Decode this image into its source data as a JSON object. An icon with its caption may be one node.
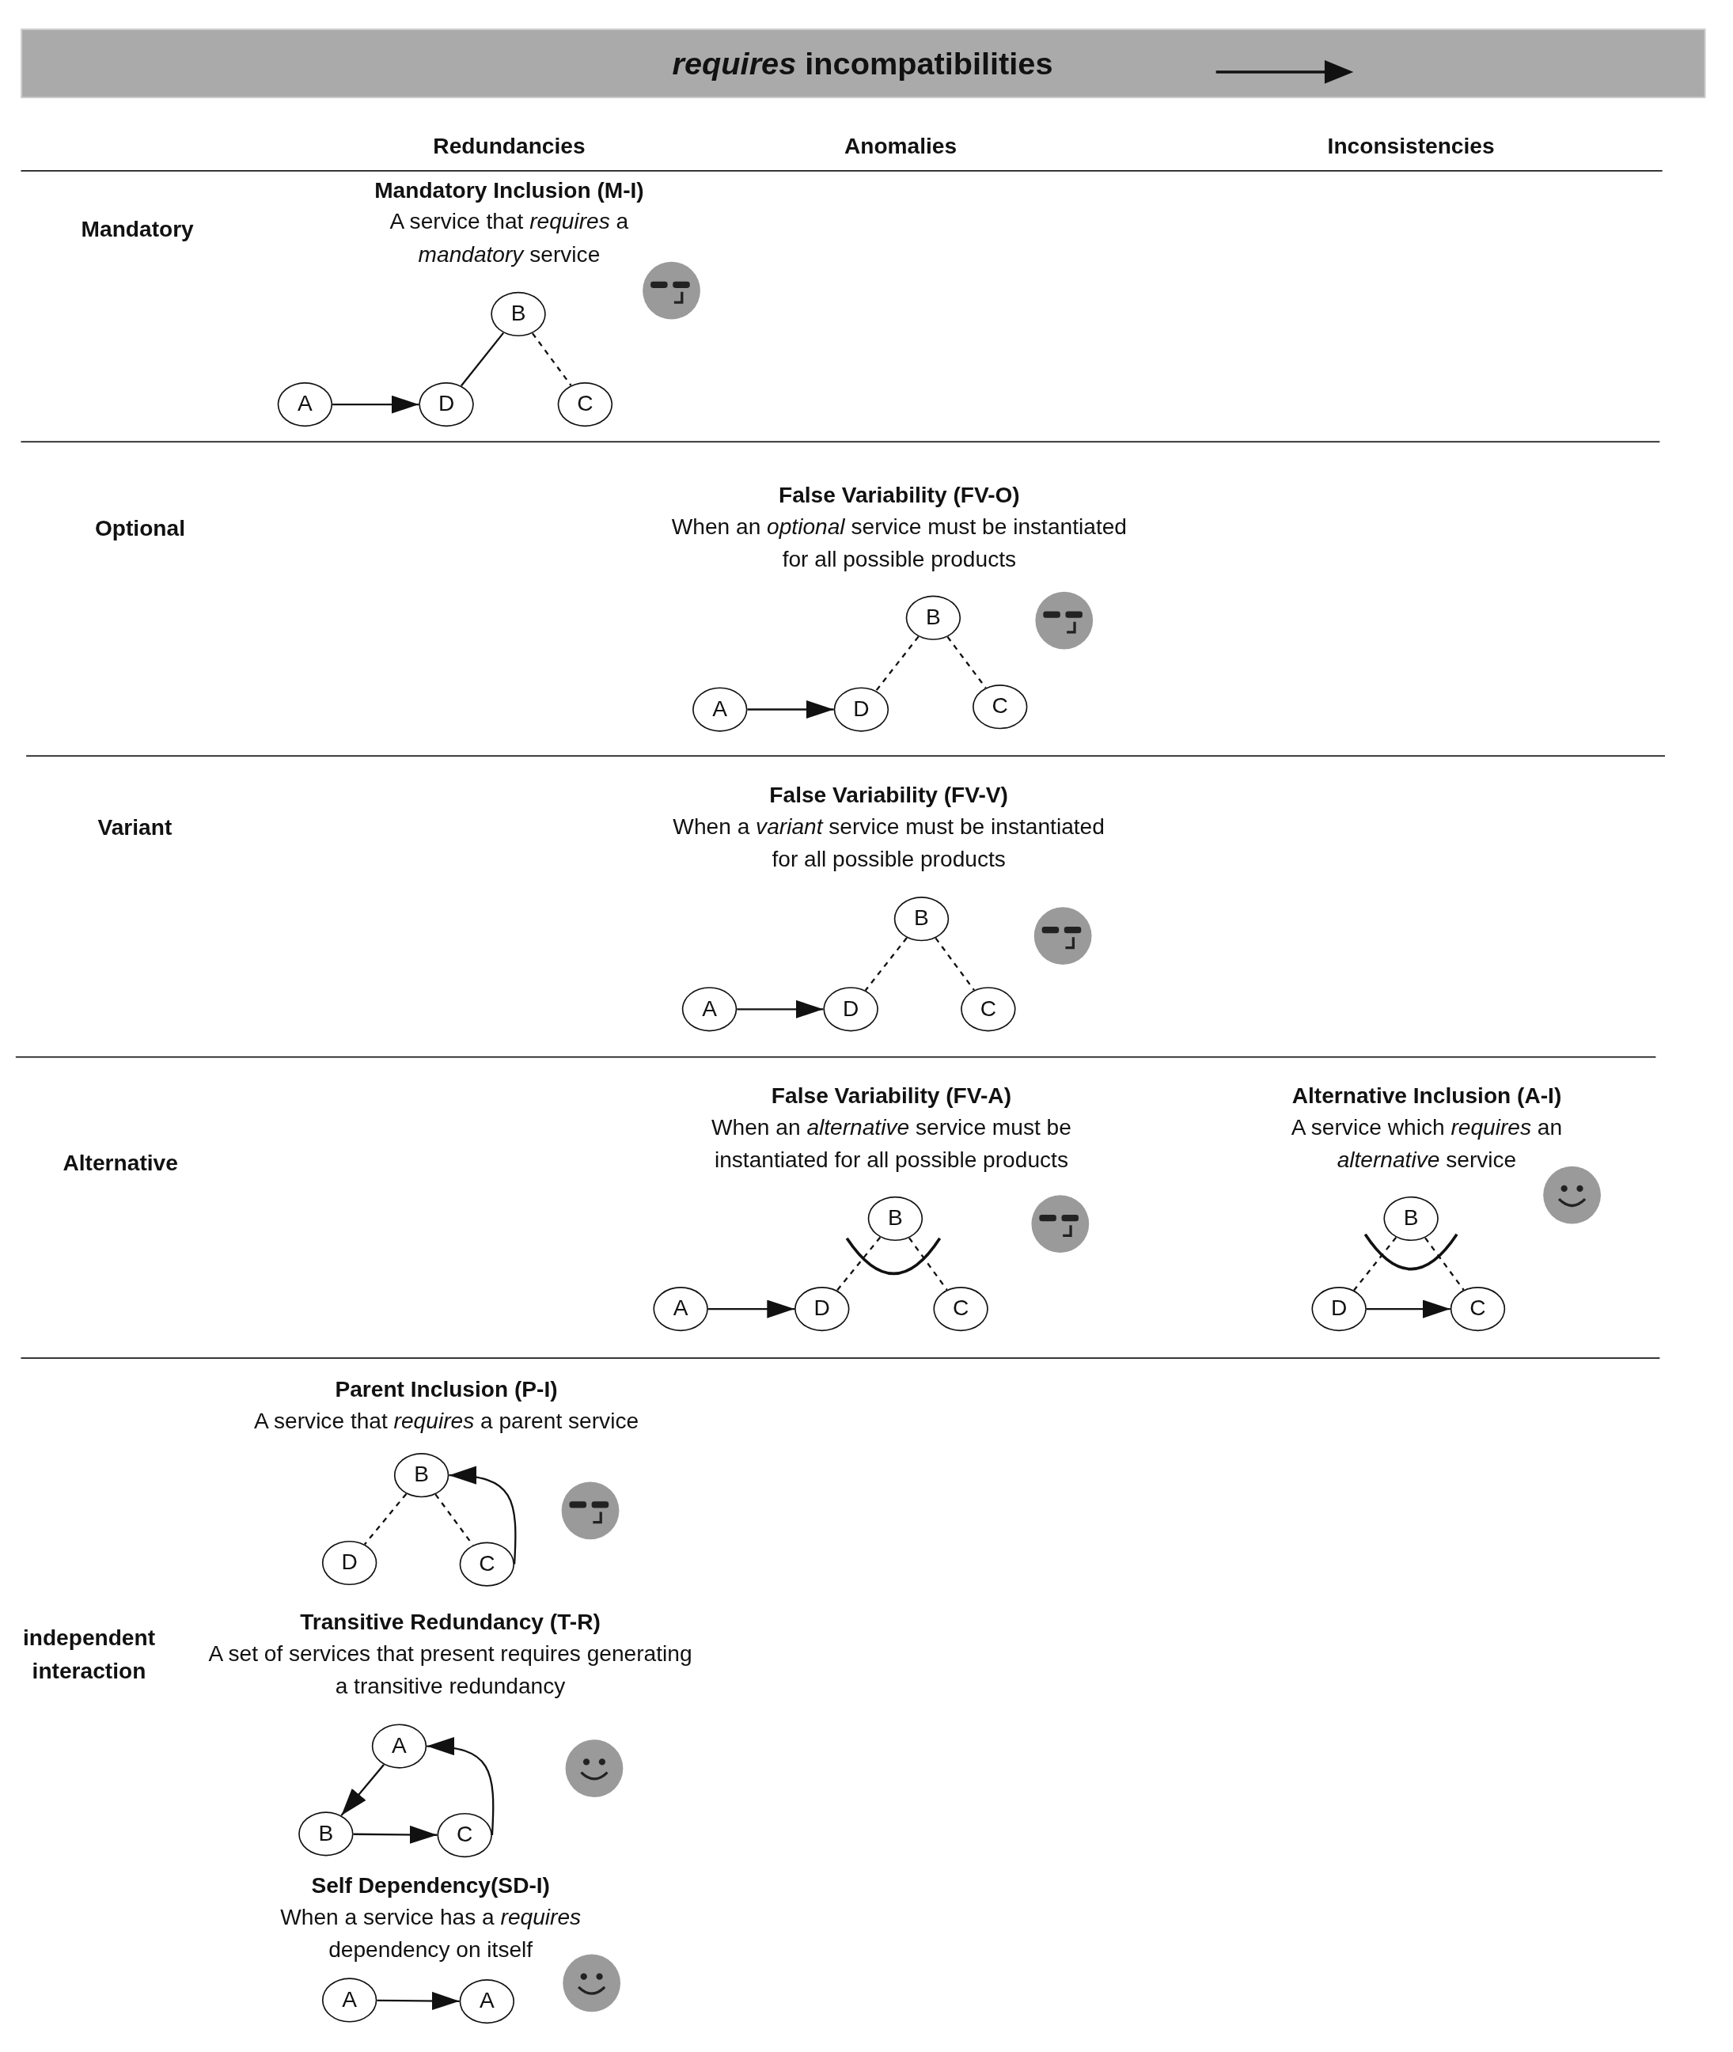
{
  "diagram": {
    "title": "*requires* incompatibilities",
    "nodes": [
      {
        "text": [
          "B"
        ]
      },
      {
        "text": [
          "A"
        ]
      },
      {
        "text": [
          "D"
        ]
      },
      {
        "text": [
          "C"
        ]
      },
      {
        "text": [
          "B"
        ]
      },
      {
        "text": [
          "A"
        ]
      },
      {
        "text": [
          "D"
        ]
      },
      {
        "text": [
          "C"
        ]
      },
      {
        "text": [
          "B"
        ]
      },
      {
        "text": [
          "A"
        ]
      },
      {
        "text": [
          "D"
        ]
      },
      {
        "text": [
          "C"
        ]
      },
      {
        "text": [
          "B"
        ]
      },
      {
        "text": [
          "A"
        ]
      },
      {
        "text": [
          "D"
        ]
      },
      {
        "text": [
          "C"
        ]
      },
      {
        "text": [
          "B"
        ]
      },
      {
        "text": [
          "D"
        ]
      },
      {
        "text": [
          "C"
        ]
      },
      {
        "text": [
          "B"
        ]
      },
      {
        "text": [
          "D"
        ]
      },
      {
        "text": [
          "C"
        ]
      },
      {
        "text": [
          "A"
        ]
      },
      {
        "text": [
          "B"
        ]
      },
      {
        "text": [
          "C"
        ]
      },
      {
        "text": [
          "A"
        ]
      },
      {
        "text": [
          "A"
        ]
      }
    ],
    "edges": [
      {
        "from": 1,
        "to": 2,
        "arrow": "to"
      },
      {
        "from": 0,
        "to": 2,
        "arrow": "none"
      },
      {
        "from": 0,
        "to": 3,
        "arrow": "none",
        "style": "dashed"
      },
      {
        "from": 5,
        "to": 6,
        "arrow": "to"
      },
      {
        "from": 4,
        "to": 6,
        "arrow": "none",
        "style": "dashed"
      },
      {
        "from": 4,
        "to": 7,
        "arrow": "none",
        "style": "dashed"
      },
      {
        "from": 9,
        "to": 10,
        "arrow": "to"
      },
      {
        "from": 8,
        "to": 10,
        "arrow": "none",
        "style": "dashed"
      },
      {
        "from": 8,
        "to": 11,
        "arrow": "none",
        "style": "dashed"
      },
      {
        "from": 13,
        "to": 14,
        "arrow": "to"
      },
      {
        "from": 12,
        "to": 14,
        "arrow": "none",
        "style": "dashed"
      },
      {
        "from": 12,
        "to": 15,
        "arrow": "none",
        "style": "dashed"
      },
      {
        "from": 17,
        "to": 18,
        "arrow": "to"
      },
      {
        "from": 16,
        "to": 17,
        "arrow": "none",
        "style": "dashed"
      },
      {
        "from": 16,
        "to": 18,
        "arrow": "none",
        "style": "dashed"
      },
      {
        "from": 21,
        "to": 19,
        "arrow": "to"
      },
      {
        "from": 19,
        "to": 20,
        "arrow": "none",
        "style": "dashed"
      },
      {
        "from": 19,
        "to": 21,
        "arrow": "none",
        "style": "dashed"
      },
      {
        "from": 22,
        "to": 23,
        "arrow": "to"
      },
      {
        "from": 23,
        "to": 24,
        "arrow": "to"
      },
      {
        "from": 24,
        "to": 22,
        "arrow": "to"
      },
      {
        "from": 25,
        "to": 26,
        "arrow": "to"
      }
    ],
    "labels": [
      "Redundancies",
      "Anomalies",
      "Inconsistencies",
      "Mandatory",
      "Mandatory Inclusion (M-I)",
      "A service that *requires* a *mandatory* service",
      "Optional",
      "False Variability (FV-O)",
      "When an *optional* service must be instantiated for all possible products",
      "Variant",
      "False Variability (FV-V)",
      "When a *variant* service must be instantiated for all possible products",
      "Alternative",
      "False Variability (FV-A)",
      "When an *alternative* service must be instantiated for all possible products",
      "Alternative Inclusion (A-I)",
      "A service which *requires* an *alternative* service",
      "independent interaction",
      "Parent Inclusion (P-I)",
      "A service that *requires* a parent service",
      "Transitive Redundancy (T-R)",
      "A set of services that present requires generating a transitive redundancy",
      "Self Dependency(SD-I)",
      "When a service has a *requires* dependency on itself"
    ]
  }
}
